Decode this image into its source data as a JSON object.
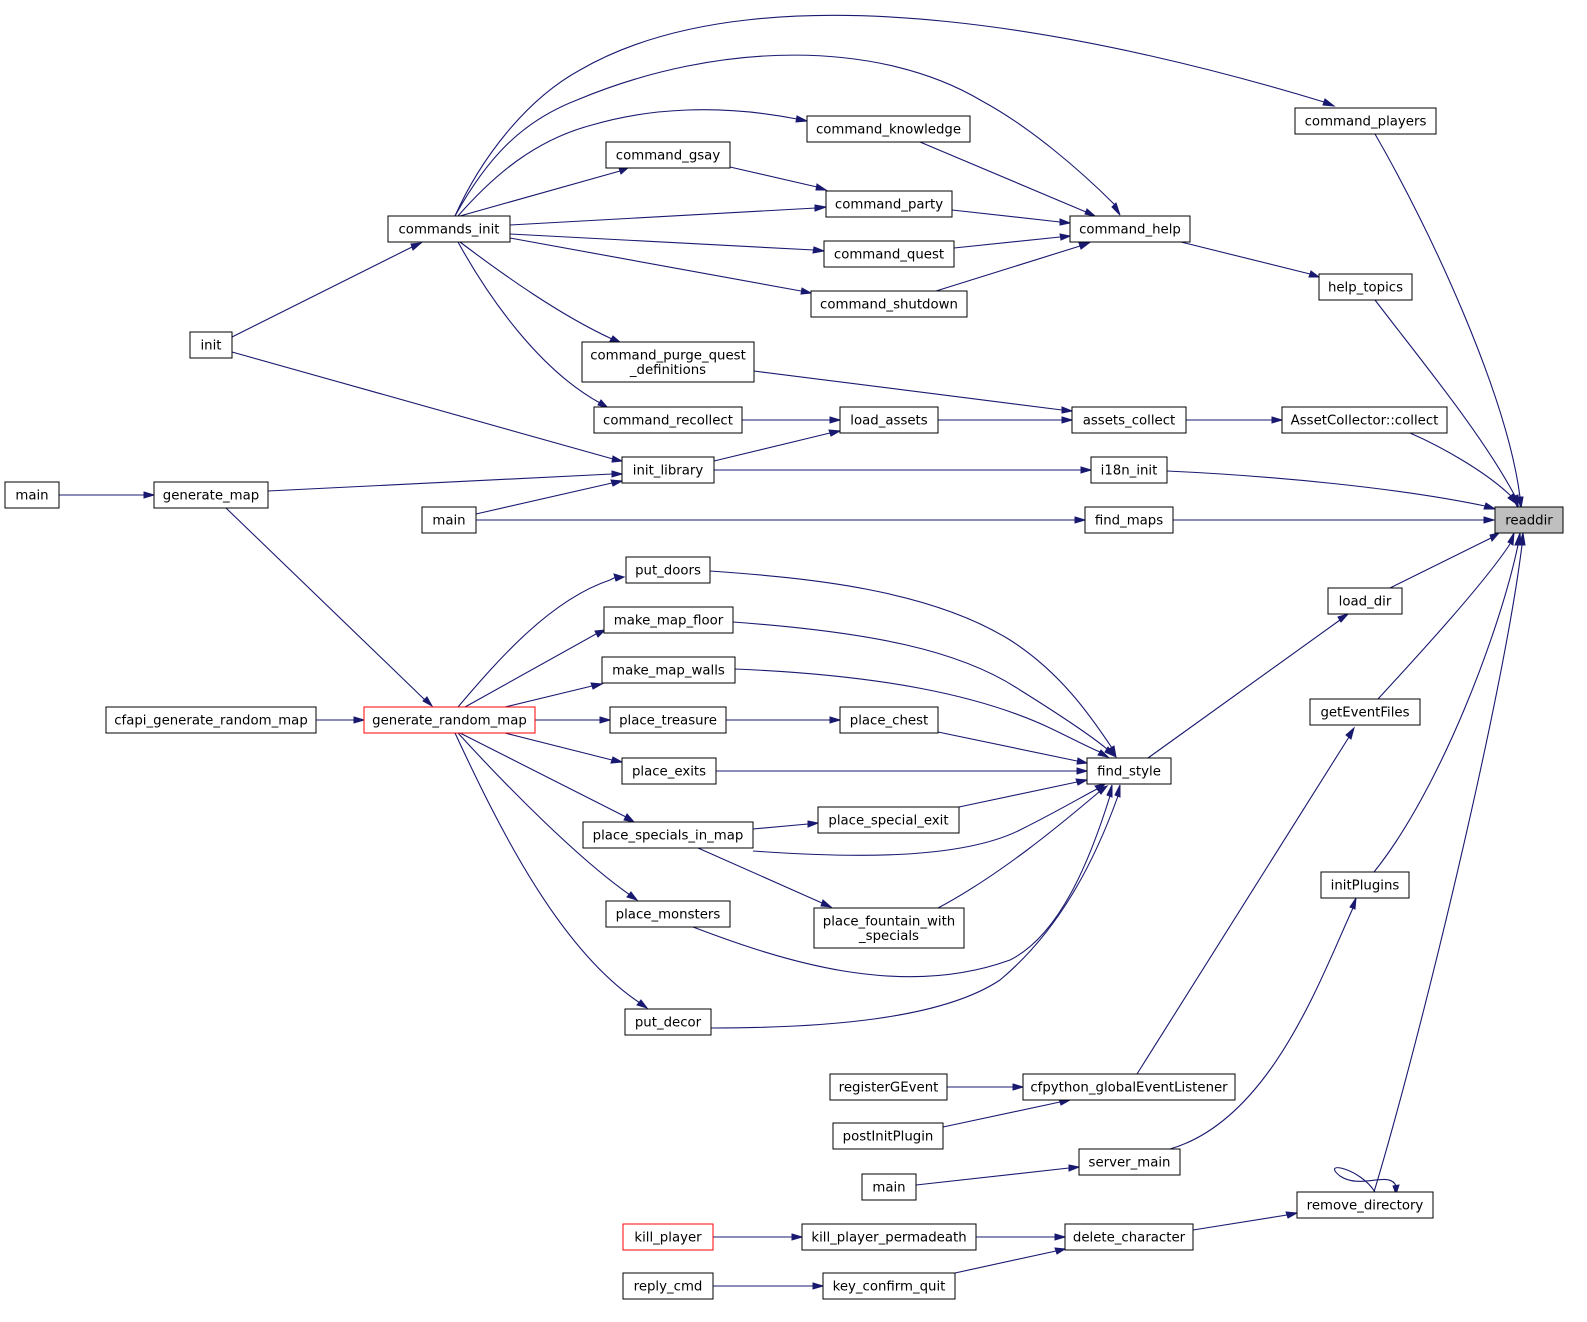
{
  "graph": {
    "edge_color": "#191970",
    "node_border": "#000000",
    "truncated_node_border": "#ff0000",
    "root_fill": "#bfbfbf",
    "nodes": [
      {
        "id": "readdir",
        "label": [
          "readdir"
        ],
        "style": "root"
      },
      {
        "id": "command_players",
        "label": [
          "command_players"
        ]
      },
      {
        "id": "command_knowledge",
        "label": [
          "command_knowledge"
        ]
      },
      {
        "id": "command_gsay",
        "label": [
          "command_gsay"
        ]
      },
      {
        "id": "command_party",
        "label": [
          "command_party"
        ]
      },
      {
        "id": "commands_init",
        "label": [
          "commands_init"
        ]
      },
      {
        "id": "command_help",
        "label": [
          "command_help"
        ]
      },
      {
        "id": "command_quest",
        "label": [
          "command_quest"
        ]
      },
      {
        "id": "command_shutdown",
        "label": [
          "command_shutdown"
        ]
      },
      {
        "id": "help_topics",
        "label": [
          "help_topics"
        ]
      },
      {
        "id": "init",
        "label": [
          "init"
        ]
      },
      {
        "id": "command_purge_quest_definitions",
        "label": [
          "command_purge_quest",
          "_definitions"
        ]
      },
      {
        "id": "command_recollect",
        "label": [
          "command_recollect"
        ]
      },
      {
        "id": "load_assets",
        "label": [
          "load_assets"
        ]
      },
      {
        "id": "assets_collect",
        "label": [
          "assets_collect"
        ]
      },
      {
        "id": "AssetCollector_collect",
        "label": [
          "AssetCollector::collect"
        ]
      },
      {
        "id": "init_library",
        "label": [
          "init_library"
        ]
      },
      {
        "id": "i18n_init",
        "label": [
          "i18n_init"
        ]
      },
      {
        "id": "main_1",
        "label": [
          "main"
        ]
      },
      {
        "id": "generate_map",
        "label": [
          "generate_map"
        ]
      },
      {
        "id": "main_2",
        "label": [
          "main"
        ]
      },
      {
        "id": "find_maps",
        "label": [
          "find_maps"
        ]
      },
      {
        "id": "put_doors",
        "label": [
          "put_doors"
        ]
      },
      {
        "id": "load_dir",
        "label": [
          "load_dir"
        ]
      },
      {
        "id": "make_map_floor",
        "label": [
          "make_map_floor"
        ]
      },
      {
        "id": "make_map_walls",
        "label": [
          "make_map_walls"
        ]
      },
      {
        "id": "getEventFiles",
        "label": [
          "getEventFiles"
        ]
      },
      {
        "id": "cfapi_generate_random_map",
        "label": [
          "cfapi_generate_random_map"
        ]
      },
      {
        "id": "generate_random_map",
        "label": [
          "generate_random_map"
        ],
        "style": "red"
      },
      {
        "id": "place_treasure",
        "label": [
          "place_treasure"
        ]
      },
      {
        "id": "place_chest",
        "label": [
          "place_chest"
        ]
      },
      {
        "id": "place_exits",
        "label": [
          "place_exits"
        ]
      },
      {
        "id": "find_style",
        "label": [
          "find_style"
        ]
      },
      {
        "id": "place_special_exit",
        "label": [
          "place_special_exit"
        ]
      },
      {
        "id": "place_specials_in_map",
        "label": [
          "place_specials_in_map"
        ]
      },
      {
        "id": "initPlugins",
        "label": [
          "initPlugins"
        ]
      },
      {
        "id": "place_monsters",
        "label": [
          "place_monsters"
        ]
      },
      {
        "id": "place_fountain_with_specials",
        "label": [
          "place_fountain_with",
          "_specials"
        ]
      },
      {
        "id": "put_decor",
        "label": [
          "put_decor"
        ]
      },
      {
        "id": "registerGEvent",
        "label": [
          "registerGEvent"
        ]
      },
      {
        "id": "cfpython_globalEventListener",
        "label": [
          "cfpython_globalEventListener"
        ]
      },
      {
        "id": "postInitPlugin",
        "label": [
          "postInitPlugin"
        ]
      },
      {
        "id": "server_main",
        "label": [
          "server_main"
        ]
      },
      {
        "id": "main_3",
        "label": [
          "main"
        ]
      },
      {
        "id": "remove_directory",
        "label": [
          "remove_directory"
        ]
      },
      {
        "id": "kill_player",
        "label": [
          "kill_player"
        ],
        "style": "red"
      },
      {
        "id": "kill_player_permadeath",
        "label": [
          "kill_player_permadeath"
        ]
      },
      {
        "id": "delete_character",
        "label": [
          "delete_character"
        ]
      },
      {
        "id": "reply_cmd",
        "label": [
          "reply_cmd"
        ]
      },
      {
        "id": "key_confirm_quit",
        "label": [
          "key_confirm_quit"
        ]
      }
    ],
    "edges": [
      {
        "from": "command_players",
        "to": "readdir"
      },
      {
        "from": "help_topics",
        "to": "readdir"
      },
      {
        "from": "AssetCollector_collect",
        "to": "readdir"
      },
      {
        "from": "i18n_init",
        "to": "readdir"
      },
      {
        "from": "find_maps",
        "to": "readdir"
      },
      {
        "from": "load_dir",
        "to": "readdir"
      },
      {
        "from": "getEventFiles",
        "to": "readdir"
      },
      {
        "from": "initPlugins",
        "to": "readdir"
      },
      {
        "from": "remove_directory",
        "to": "readdir"
      },
      {
        "from": "commands_init",
        "to": "command_players"
      },
      {
        "from": "commands_init",
        "to": "command_knowledge"
      },
      {
        "from": "commands_init",
        "to": "command_gsay"
      },
      {
        "from": "commands_init",
        "to": "command_party"
      },
      {
        "from": "commands_init",
        "to": "command_help"
      },
      {
        "from": "commands_init",
        "to": "command_quest"
      },
      {
        "from": "commands_init",
        "to": "command_shutdown"
      },
      {
        "from": "commands_init",
        "to": "command_purge_quest_definitions"
      },
      {
        "from": "commands_init",
        "to": "command_recollect"
      },
      {
        "from": "init",
        "to": "commands_init"
      },
      {
        "from": "init",
        "to": "init_library"
      },
      {
        "from": "command_knowledge",
        "to": "command_help"
      },
      {
        "from": "command_gsay",
        "to": "command_party"
      },
      {
        "from": "command_party",
        "to": "command_help"
      },
      {
        "from": "command_quest",
        "to": "command_help"
      },
      {
        "from": "command_shutdown",
        "to": "command_help"
      },
      {
        "from": "command_help",
        "to": "help_topics"
      },
      {
        "from": "command_purge_quest_definitions",
        "to": "assets_collect"
      },
      {
        "from": "command_recollect",
        "to": "load_assets"
      },
      {
        "from": "load_assets",
        "to": "assets_collect"
      },
      {
        "from": "assets_collect",
        "to": "AssetCollector_collect"
      },
      {
        "from": "init_library",
        "to": "load_assets"
      },
      {
        "from": "init_library",
        "to": "i18n_init"
      },
      {
        "from": "main_1",
        "to": "generate_map"
      },
      {
        "from": "generate_map",
        "to": "init_library"
      },
      {
        "from": "generate_map",
        "to": "generate_random_map"
      },
      {
        "from": "main_2",
        "to": "init_library"
      },
      {
        "from": "main_2",
        "to": "find_maps"
      },
      {
        "from": "cfapi_generate_random_map",
        "to": "generate_random_map"
      },
      {
        "from": "generate_random_map",
        "to": "put_doors"
      },
      {
        "from": "generate_random_map",
        "to": "make_map_floor"
      },
      {
        "from": "generate_random_map",
        "to": "make_map_walls"
      },
      {
        "from": "generate_random_map",
        "to": "place_treasure"
      },
      {
        "from": "generate_random_map",
        "to": "place_exits"
      },
      {
        "from": "generate_random_map",
        "to": "place_specials_in_map"
      },
      {
        "from": "generate_random_map",
        "to": "place_monsters"
      },
      {
        "from": "generate_random_map",
        "to": "put_decor"
      },
      {
        "from": "put_doors",
        "to": "find_style"
      },
      {
        "from": "make_map_floor",
        "to": "find_style"
      },
      {
        "from": "make_map_walls",
        "to": "find_style"
      },
      {
        "from": "place_treasure",
        "to": "place_chest"
      },
      {
        "from": "place_chest",
        "to": "find_style"
      },
      {
        "from": "place_exits",
        "to": "find_style"
      },
      {
        "from": "place_special_exit",
        "to": "find_style"
      },
      {
        "from": "place_specials_in_map",
        "to": "place_special_exit"
      },
      {
        "from": "place_specials_in_map",
        "to": "find_style"
      },
      {
        "from": "place_specials_in_map",
        "to": "place_fountain_with_specials"
      },
      {
        "from": "place_fountain_with_specials",
        "to": "find_style"
      },
      {
        "from": "place_monsters",
        "to": "find_style"
      },
      {
        "from": "put_decor",
        "to": "find_style"
      },
      {
        "from": "find_style",
        "to": "load_dir"
      },
      {
        "from": "cfpython_globalEventListener",
        "to": "getEventFiles"
      },
      {
        "from": "registerGEvent",
        "to": "cfpython_globalEventListener"
      },
      {
        "from": "postInitPlugin",
        "to": "cfpython_globalEventListener"
      },
      {
        "from": "server_main",
        "to": "initPlugins"
      },
      {
        "from": "main_3",
        "to": "server_main"
      },
      {
        "from": "remove_directory",
        "to": "remove_directory"
      },
      {
        "from": "delete_character",
        "to": "remove_directory"
      },
      {
        "from": "kill_player",
        "to": "kill_player_permadeath"
      },
      {
        "from": "kill_player_permadeath",
        "to": "delete_character"
      },
      {
        "from": "reply_cmd",
        "to": "key_confirm_quit"
      },
      {
        "from": "key_confirm_quit",
        "to": "delete_character"
      }
    ]
  }
}
